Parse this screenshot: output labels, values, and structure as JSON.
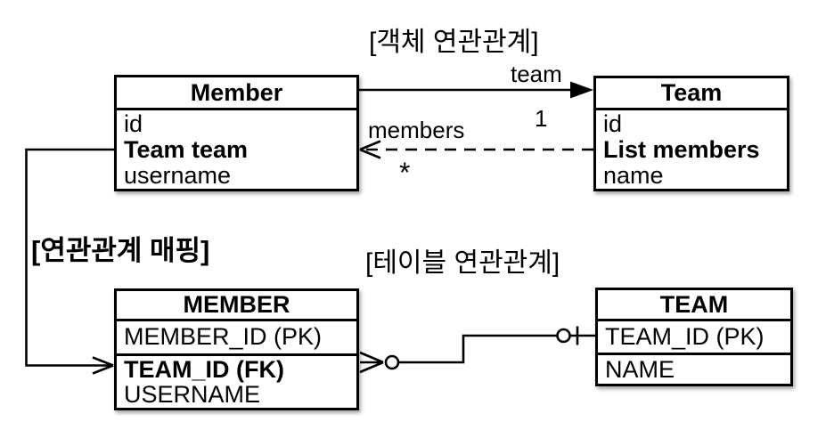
{
  "object_section": {
    "title": "[객체 연관관계]",
    "member": {
      "title": "Member",
      "fields": [
        "id",
        "Team team",
        "username"
      ]
    },
    "team": {
      "title": "Team",
      "fields": [
        "id",
        "List members",
        "name"
      ]
    },
    "arrow_team_label": "team",
    "arrow_members_label": "members",
    "multiplicity_one": "1",
    "multiplicity_many": "*"
  },
  "mapping_title": "[연관관계 매핑]",
  "table_section": {
    "title": "[테이블 연관관계]",
    "member_table": {
      "title": "MEMBER",
      "pk_row": "MEMBER_ID (PK)",
      "rows": [
        "TEAM_ID (FK)",
        "USERNAME"
      ]
    },
    "team_table": {
      "title": "TEAM",
      "pk_row": "TEAM_ID (PK)",
      "rows": [
        "NAME"
      ]
    }
  },
  "colors": {
    "line": "#000000",
    "background": "#ffffff",
    "text": "#000000"
  }
}
